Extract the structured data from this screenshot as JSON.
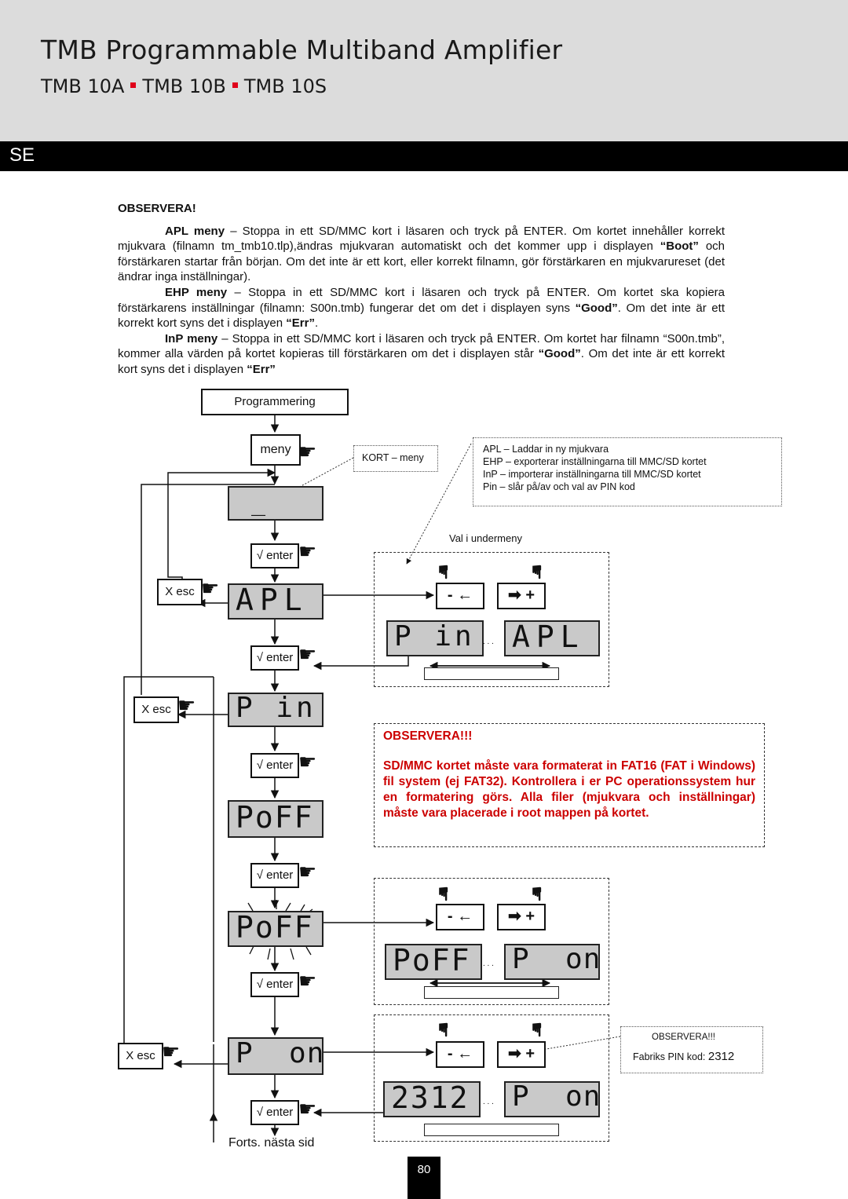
{
  "header": {
    "title": "TMB Programmable Multiband Amplifier",
    "models": [
      "TMB 10A",
      "TMB 10B",
      "TMB 10S"
    ],
    "language": "SE"
  },
  "intro": {
    "heading": "OBSERVERA!",
    "apl_lead": "APL meny",
    "apl_text1": " – Stoppa in ett SD/MMC kort i läsaren och tryck på ENTER. Om kortet innehåller korrekt mjukvara (filnamn tm_tmb10.tlp),ändras mjukvaran automatiskt och det kommer upp i displayen ",
    "apl_boot": "“Boot”",
    "apl_text2": " och förstärkaren startar från början. Om det inte är ett kort, eller korrekt filnamn, gör förstärkaren en mjukvarureset (det ändrar inga inställningar).",
    "ehp_lead": "EHP meny",
    "ehp_text1": " – Stoppa in ett SD/MMC kort i läsaren och tryck på ENTER. Om kortet ska kopiera förstärkarens inställningar (filnamn: S00n.tmb) fungerar det om det i displayen syns ",
    "ehp_good": "“Good”",
    "ehp_text2": ". Om det inte är ett korrekt kort syns det i displayen ",
    "ehp_err": "“Err”",
    "ehp_end": ".",
    "inp_lead": "InP meny",
    "inp_text1": " – Stoppa in ett SD/MMC kort i läsaren och tryck på ENTER. Om kortet har filnamn “S00n.tmb”, kommer alla värden på kortet kopieras till förstärkaren om det i displayen står ",
    "inp_good": "“Good”",
    "inp_text2": ". Om det inte är ett korrekt kort syns det i displayen ",
    "inp_err": "“Err”"
  },
  "flow": {
    "programmering": "Programmering",
    "meny": "meny",
    "enter": "√ enter",
    "esc": "X esc",
    "kort_meny_lead": "KORT",
    "kort_meny_rest": " – meny",
    "val_i_undermeny": "Val i undermeny",
    "forts": "Forts. nästa sid",
    "lcd_blank": "_",
    "lcd_apl": "APL",
    "lcd_pin": "P in",
    "lcd_poff": "PoFF",
    "lcd_pon": "P  on",
    "lcd_2312": "2312",
    "minus_btn": "- ←",
    "plus_btn": "➡ +",
    "ellipsis": ". . ."
  },
  "legend": [
    {
      "key": "APL",
      "text": " – Laddar in ny mjukvara"
    },
    {
      "key": "EHP",
      "text": " – exporterar inställningarna till MMC/SD kortet"
    },
    {
      "key": "InP",
      "text": " – importerar inställningarna till MMC/SD kortet"
    },
    {
      "key": "Pin",
      "text": " – slår på/av och val av  PIN kod"
    }
  ],
  "warning": {
    "title": "OBSERVERA!!!",
    "text": "SD/MMC kortet måste vara formaterat in FAT16 (FAT i Windows) fil system (ej FAT32). Kontrollera i er PC operationssystem hur en formatering görs. Alla filer (mjukvara och inställningar) måste vara placerade i root mappen på kortet."
  },
  "pin_note": {
    "title": "OBSERVERA!!!",
    "label": "Fabriks PIN kod: ",
    "code": "2312"
  },
  "page_number": "80"
}
